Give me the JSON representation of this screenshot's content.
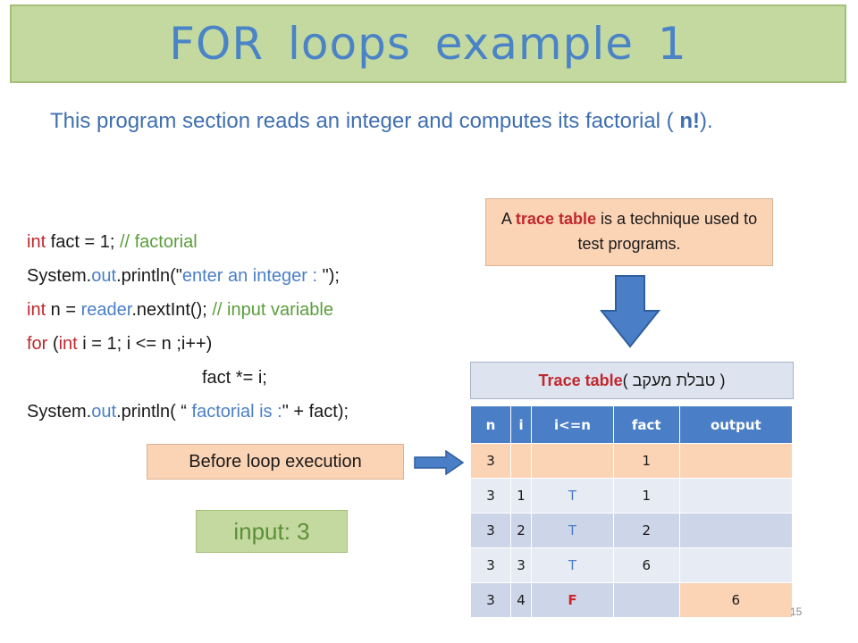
{
  "slide": {
    "title": "FOR  loops  example 1",
    "intro_part1": "This program section reads an integer and computes  its factorial ( ",
    "intro_bold": "n!",
    "intro_part2": ").",
    "page_number": "15"
  },
  "code": {
    "l1_kw": "int",
    "l1_rest": " fact = 1; ",
    "l1_comment": "// factorial",
    "l2_obj1": "System.",
    "l2_obj2": "out",
    "l2_rest1": ".println(\"",
    "l2_str": "enter an integer : ",
    "l2_rest2": "\");",
    "l3_kw": "int",
    "l3_rest1": " n = ",
    "l3_obj": "reader",
    "l3_rest2": ".nextInt(); ",
    "l3_comment": "// input variable",
    "l4_kw1": "for",
    "l4_rest1": " (",
    "l4_kw2": "int",
    "l4_rest2": " i = 1; i <= n ;i++)",
    "l5": "fact *= i;",
    "l6_obj1": "System.",
    "l6_obj2": "out",
    "l6_rest1": ".println( “ ",
    "l6_str": "factorial is :",
    "l6_rest2": "\" + fact);"
  },
  "note": {
    "pre": "A ",
    "highlight": "trace table",
    "post": " is a technique used to test programs."
  },
  "trace_table": {
    "header_highlight": "Trace table",
    "header_rest": " ( טבלת מעקב )",
    "columns": [
      "n",
      "i",
      "i<=n",
      "fact",
      "output"
    ],
    "rows": [
      [
        "3",
        "",
        "",
        "1",
        ""
      ],
      [
        "3",
        "1",
        "T",
        "1",
        ""
      ],
      [
        "3",
        "2",
        "T",
        "2",
        ""
      ],
      [
        "3",
        "3",
        "T",
        "6",
        ""
      ],
      [
        "3",
        "4",
        "F",
        "",
        "6"
      ]
    ]
  },
  "labels": {
    "before_loop": "Before loop execution",
    "input": "input: 3"
  },
  "colors": {
    "title_bg": "#c4d9a0",
    "title_text": "#4a83c6",
    "keyword": "#c0282d",
    "comment": "#5a9e3b",
    "object": "#4a7fc7",
    "peach": "#fbd3b5",
    "table_header": "#4a7fc7"
  }
}
